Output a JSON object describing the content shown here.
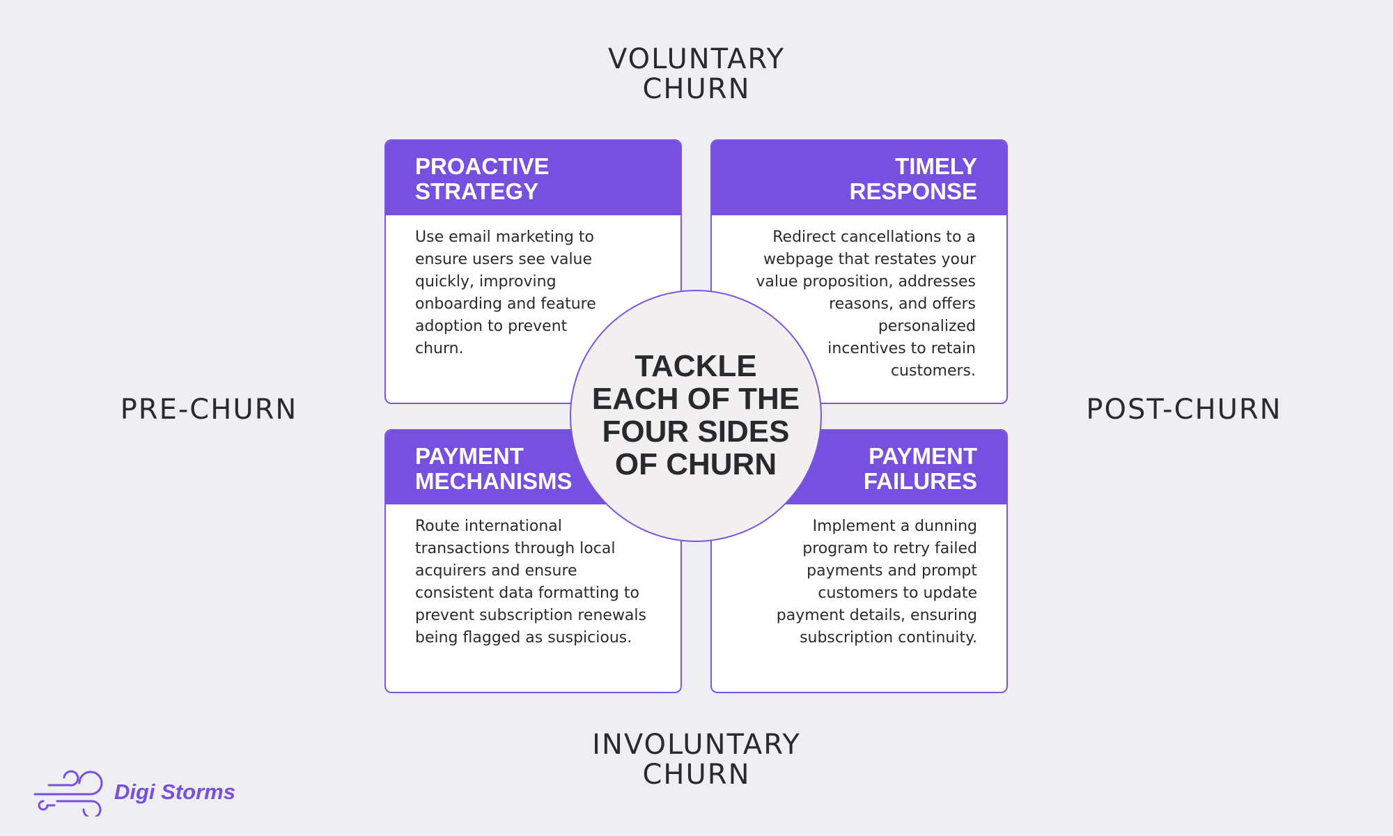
{
  "axes": {
    "top": [
      "VOLUNTARY",
      "CHURN"
    ],
    "bottom": [
      "INVOLUNTARY",
      "CHURN"
    ],
    "left": "PRE-CHURN",
    "right": "POST-CHURN"
  },
  "center": {
    "lines": [
      "TACKLE",
      "EACH OF THE",
      "FOUR SIDES",
      "OF CHURN"
    ]
  },
  "cards": {
    "proactive": {
      "title": [
        "PROACTIVE",
        "STRATEGY"
      ],
      "body": [
        "Use email marketing to",
        "ensure users see value",
        "quickly, improving",
        "onboarding and feature",
        "adoption to prevent",
        "churn."
      ]
    },
    "timely": {
      "title": [
        "TIMELY",
        "RESPONSE"
      ],
      "body": [
        "Redirect cancellations to a",
        "webpage that restates your",
        "value proposition, addresses",
        "reasons, and offers",
        "personalized",
        "incentives to retain",
        "customers."
      ]
    },
    "mechanisms": {
      "title": [
        "PAYMENT",
        "MECHANISMS"
      ],
      "body": [
        "Route international",
        "transactions through local",
        "acquirers and ensure",
        "consistent data formatting to",
        "prevent subscription renewals",
        "being flagged as suspicious."
      ]
    },
    "failures": {
      "title": [
        "PAYMENT",
        "FAILURES"
      ],
      "body": [
        "Implement a dunning",
        "program to retry failed",
        "payments and prompt",
        "customers to update",
        "payment details, ensuring",
        "subscription continuity."
      ]
    }
  },
  "brand": {
    "name": "Digi Storms",
    "icon": "wind-swirl-icon",
    "color": "#7750e0"
  },
  "colors": {
    "accent": "#7750e0",
    "background": "#efeef3",
    "text": "#2a2a2e"
  }
}
